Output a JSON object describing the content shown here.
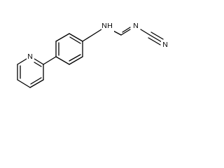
{
  "molecule": {
    "atoms": [
      {
        "id": "n_pyridine",
        "label": "N",
        "color": "#000000"
      },
      {
        "id": "n_amine",
        "label": "N",
        "color": "#000000"
      },
      {
        "id": "h_amine",
        "label": "H",
        "color": "#000000"
      },
      {
        "id": "n_imine",
        "label": "N",
        "color": "#000000"
      },
      {
        "id": "n_nitrile",
        "label": "N",
        "color": "#000000"
      }
    ],
    "bond_color": "#000000",
    "background": "#ffffff"
  }
}
